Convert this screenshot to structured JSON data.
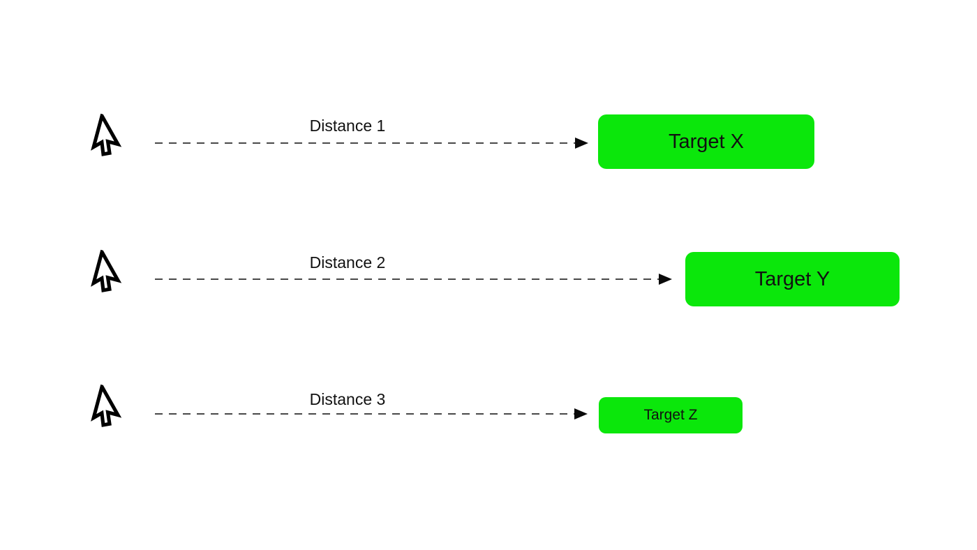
{
  "diagram": {
    "cursor_icon": "cursor-arrow-icon",
    "rows": [
      {
        "distance_label": "Distance 1",
        "target_label": "Target X"
      },
      {
        "distance_label": "Distance 2",
        "target_label": "Target Y"
      },
      {
        "distance_label": "Distance 3",
        "target_label": "Target Z"
      }
    ],
    "colors": {
      "target_green": "#0be70b",
      "arrow_line": "#2e2e2e",
      "arrow_head": "#0a0a0a",
      "text": "#111111",
      "background": "#ffffff"
    }
  }
}
